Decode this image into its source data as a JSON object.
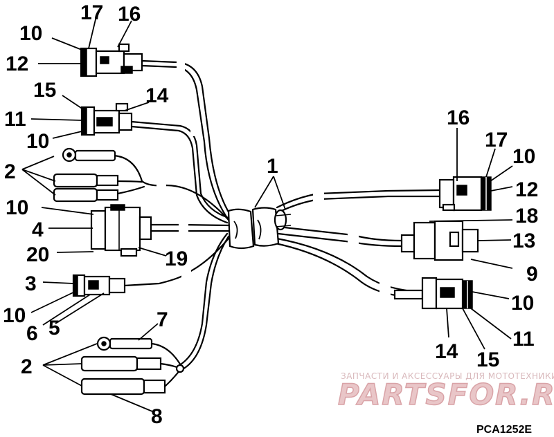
{
  "diagram": {
    "callouts": {
      "c1": "1",
      "c2a": "2",
      "c2b": "2",
      "c3": "3",
      "c4": "4",
      "c5": "5",
      "c6": "6",
      "c7": "7",
      "c8": "8",
      "c9": "9",
      "c10a": "10",
      "c10b": "10",
      "c10c": "10",
      "c10d": "10",
      "c10e": "10",
      "c10f": "10",
      "c11a": "11",
      "c11b": "11",
      "c12a": "12",
      "c12b": "12",
      "c13": "13",
      "c14a": "14",
      "c14b": "14",
      "c15a": "15",
      "c15b": "15",
      "c16a": "16",
      "c16b": "16",
      "c17a": "17",
      "c17b": "17",
      "c18": "18",
      "c19": "19",
      "c20": "20"
    },
    "figure_code": "PCA1252E"
  },
  "watermark": {
    "tagline": "ЗАПЧАСТИ И АКСЕССУАРЫ ДЛЯ МОТОТЕХНИКИ",
    "brand": "PARTSFOR.RU"
  },
  "colors": {
    "ink": "#000000",
    "background": "#ffffff",
    "watermark_fill": "#e9c6c8",
    "watermark_stroke": "#d9a3a7"
  }
}
